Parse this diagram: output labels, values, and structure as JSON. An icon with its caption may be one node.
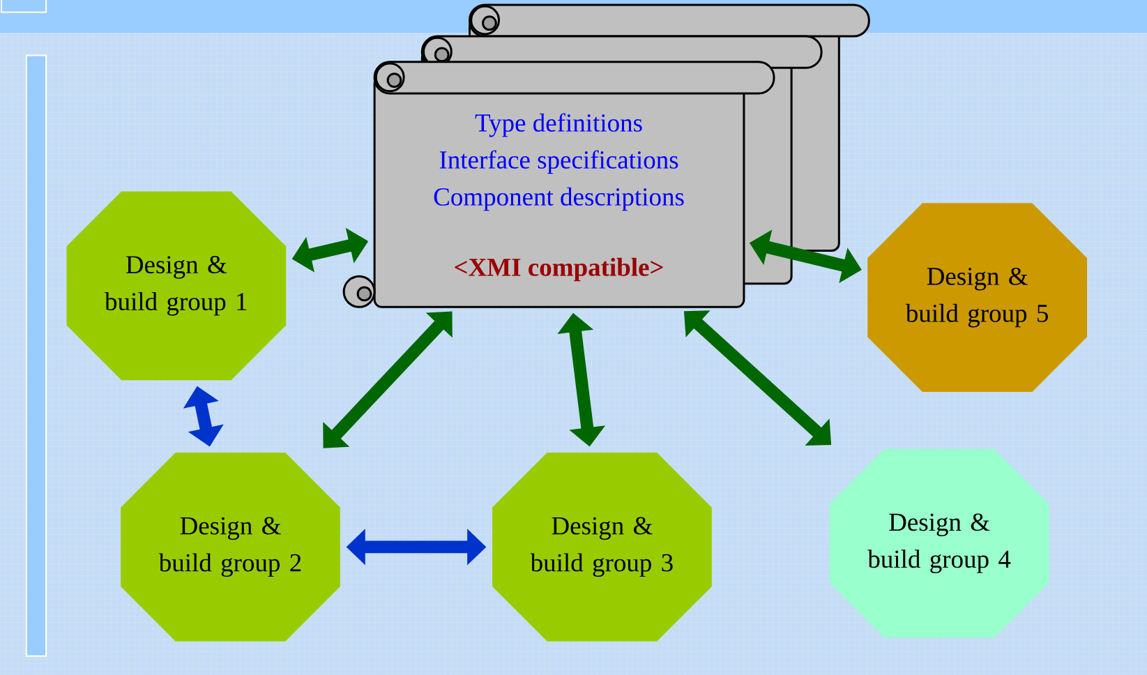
{
  "diagram": {
    "nodes": [
      {
        "text": [
          "Type definitions",
          "Interface specifications",
          "Component descriptions",
          "<XMI compatible>"
        ]
      },
      {
        "text": [
          "Design & build group 1"
        ]
      },
      {
        "text": [
          "Design & build group 2"
        ]
      },
      {
        "text": [
          "Design & build group 3"
        ]
      },
      {
        "text": [
          "Design & build group 4"
        ]
      },
      {
        "text": [
          "Design & build group 5"
        ]
      },
      {
        "text": [],
        "shape": "bar"
      },
      {
        "text": [],
        "shape": "bar"
      }
    ],
    "edges": [
      {
        "from": 1,
        "to": 0,
        "arrow": "both"
      },
      {
        "from": 1,
        "to": 2,
        "arrow": "both",
        "color": "#0033cc"
      },
      {
        "from": 2,
        "to": 0,
        "arrow": "both"
      },
      {
        "from": 2,
        "to": 3,
        "arrow": "both",
        "color": "#0033cc"
      },
      {
        "from": 3,
        "to": 0,
        "arrow": "both"
      },
      {
        "from": 4,
        "to": 0,
        "arrow": "both"
      },
      {
        "from": 5,
        "to": 0,
        "arrow": "both"
      }
    ]
  }
}
